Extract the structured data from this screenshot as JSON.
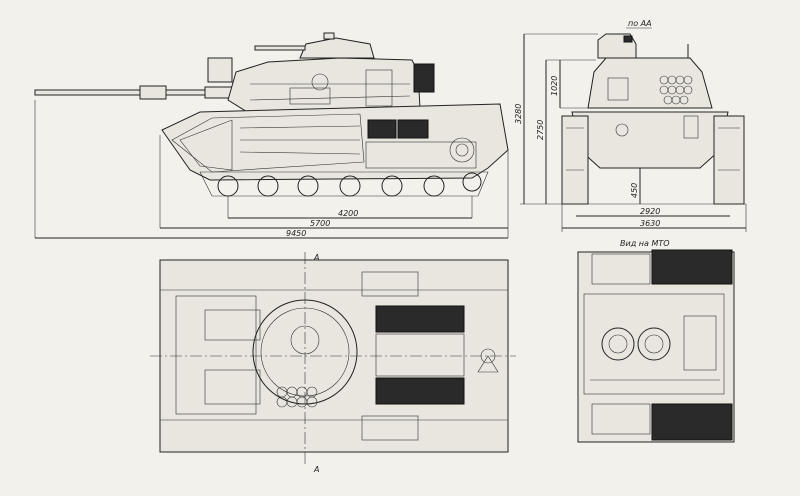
{
  "side_view": {
    "dim_track_base": "4200",
    "dim_hull_length": "5700",
    "dim_overall_length": "9450"
  },
  "front_view": {
    "section_label": "по АА",
    "dim_overall_height": "3280",
    "dim_hull_height": "2750",
    "dim_turret_height": "1020",
    "dim_ground_clearance": "450",
    "dim_track_width": "2920",
    "dim_overall_width": "3630"
  },
  "plan_view": {
    "section_mark_top": "A",
    "section_mark_bottom": "A"
  },
  "engine_view": {
    "title": "Вид на МТО"
  }
}
